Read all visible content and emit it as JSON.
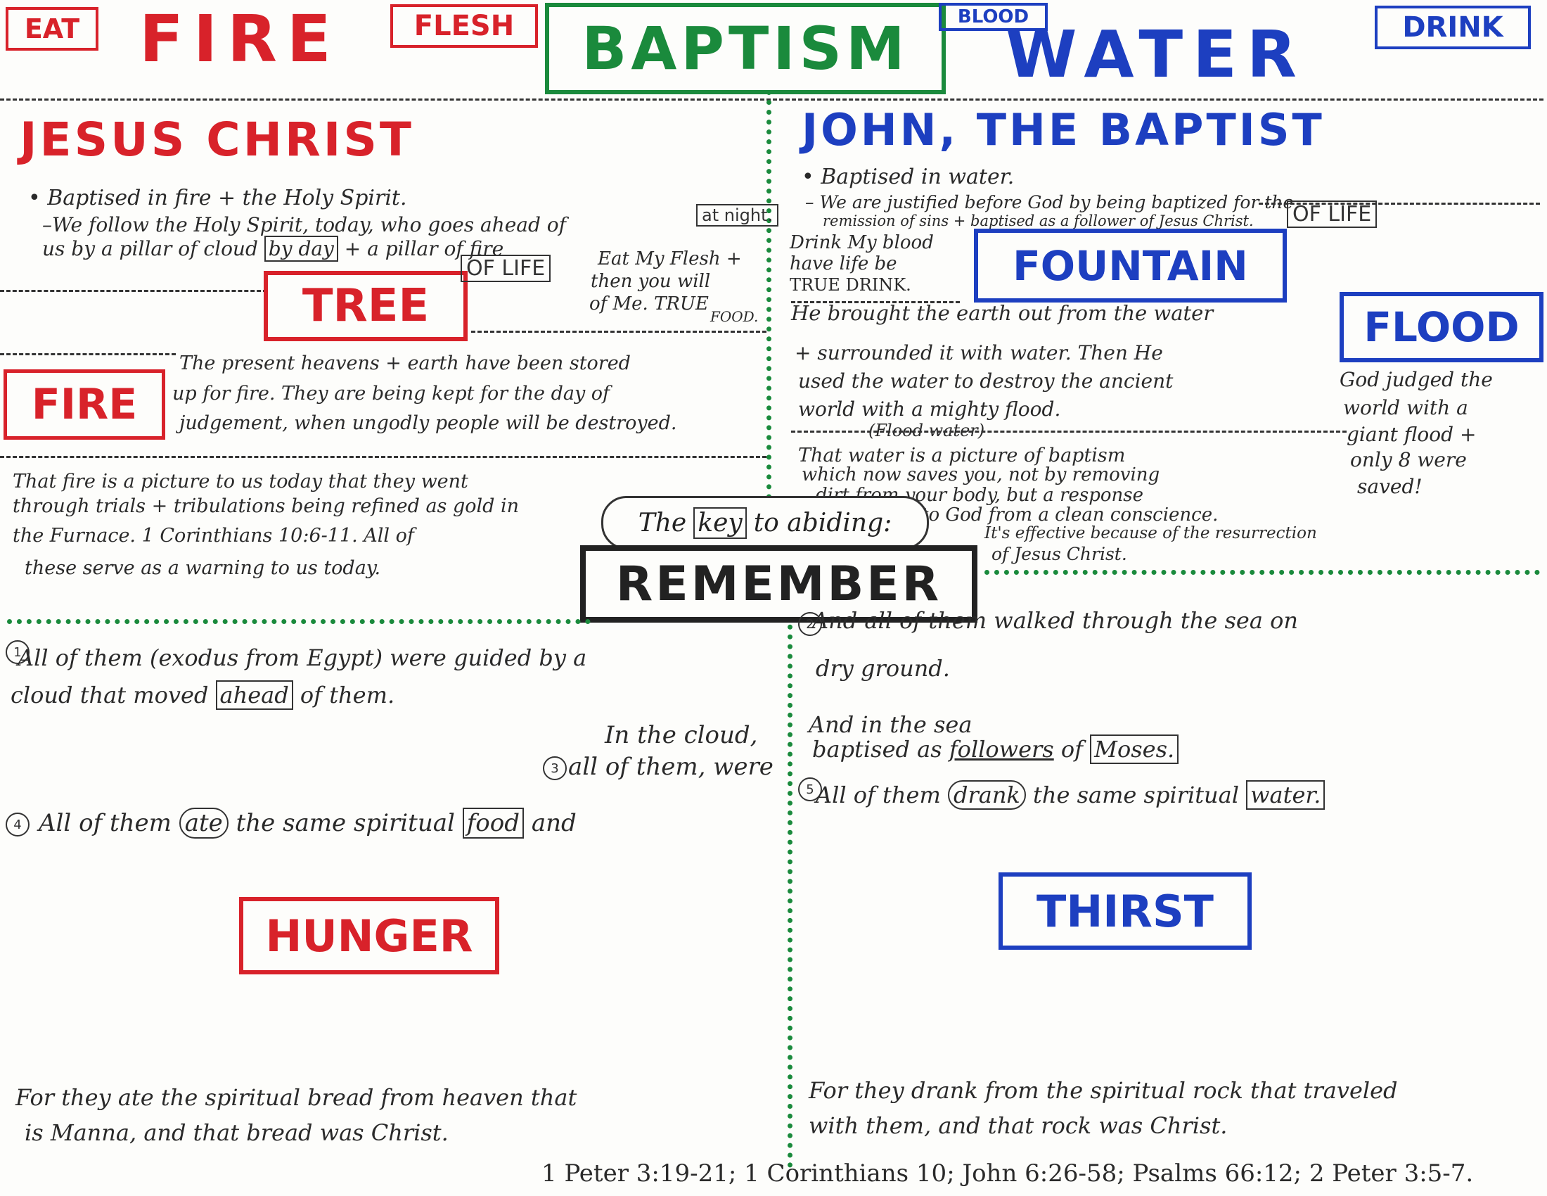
{
  "header": {
    "eat": "EAT",
    "fire": "FIRE",
    "flesh": "FLESH",
    "baptism": "BAPTISM",
    "blood": "BLOOD",
    "water": "WATER",
    "drink": "DRINK"
  },
  "left": {
    "heading": "JESUS CHRIST",
    "line1": "• Baptised in fire + the Holy Spirit.",
    "line2a": "–We follow the Holy Spirit, today, who goes ahead of",
    "at_night": "at night.",
    "line3a": "us by a pillar of cloud",
    "by_day": "by day",
    "line3b": "+ a pillar of fire",
    "tree": "TREE",
    "tree_of_life": "OF LIFE",
    "eat_flesh_1": "Eat My Flesh +",
    "eat_flesh_2": "then you will",
    "eat_flesh_3": "of Me. TRUE",
    "eat_flesh_4": "FOOD.",
    "fire_box": "FIRE",
    "fire_text_1": "The present heavens + earth have been stored",
    "fire_text_2": "up for fire. They are being kept for the day of",
    "fire_text_3": "judgement, when ungodly people will be destroyed.",
    "picture_1": "That fire is a picture to us today that they went",
    "picture_2": "through trials + tribulations being refined as gold in",
    "picture_3": "the Furnace. 1 Corinthians 10:6-11. All of",
    "picture_4": "these serve as a warning to us today."
  },
  "right": {
    "heading": "JOHN, THE BAPTIST",
    "line1": "• Baptised in water.",
    "line2": "– We are justified before God by being baptized for the",
    "line2b": "remission of sins + baptised as a follower of Jesus Christ.",
    "drink_1": "Drink My blood",
    "drink_2": "have life be",
    "drink_3": "TRUE DRINK.",
    "fountain": "FOUNTAIN",
    "fountain_of_life": "OF LIFE",
    "flood": "FLOOD",
    "earth_1": "He brought the earth out from the water",
    "earth_2": "+ surrounded it with water. Then He",
    "earth_3": "used the water to destroy the ancient",
    "earth_4": "world with a mighty flood.",
    "earth_5": "(Flood water)",
    "judged_1": "God judged the",
    "judged_2": "world with a",
    "judged_3": "giant flood +",
    "judged_4": "only 8 were",
    "judged_5": "saved!",
    "water_pic_1": "That water is a picture of baptism",
    "water_pic_2": "which now saves you, not by removing",
    "water_pic_3": "dirt from your body, but a response",
    "water_pic_4": "to God from a clean conscience.",
    "water_pic_5": "It's effective because of the resurrection",
    "water_pic_6": "of Jesus Christ."
  },
  "center": {
    "key_pre": "The",
    "key_word": "key",
    "key_post": "to abiding:",
    "remember": "REMEMBER"
  },
  "lower_left": {
    "n1": "1",
    "item1a": "All of them (exodus from Egypt) were guided by a",
    "item1b_pre": "cloud that moved",
    "item1b_box": "ahead",
    "item1b_post": "of them.",
    "cloud_1": "In the cloud,",
    "n3": "3",
    "cloud_2": "all of them, were",
    "n4": "4",
    "item4_pre": "All of them",
    "item4_ate": "ate",
    "item4_mid": "the same spiritual",
    "item4_food": "food",
    "item4_post": "and",
    "hunger": "HUNGER",
    "bread_1": "For they ate the spiritual bread from heaven that",
    "bread_2": "is Manna, and that bread was Christ."
  },
  "lower_right": {
    "n2": "2",
    "item2a": "And all of them walked through the sea on",
    "item2b": "dry ground.",
    "sea_1": "And in the sea",
    "sea_2_pre": "baptised as",
    "sea_2_follow": "followers",
    "sea_2_mid": "of",
    "sea_2_moses": "Moses.",
    "n5": "5",
    "item5_pre": "All of them",
    "item5_drank": "drank",
    "item5_mid": "the same spiritual",
    "item5_water": "water.",
    "thirst": "THIRST",
    "rock_1": "For they drank from the spiritual rock that traveled",
    "rock_2": "with them, and that rock was Christ."
  },
  "footer": {
    "refs": "1 Peter 3:19-21; 1 Corinthians 10; John 6:26-58; Psalms 66:12; 2 Peter 3:5-7."
  }
}
